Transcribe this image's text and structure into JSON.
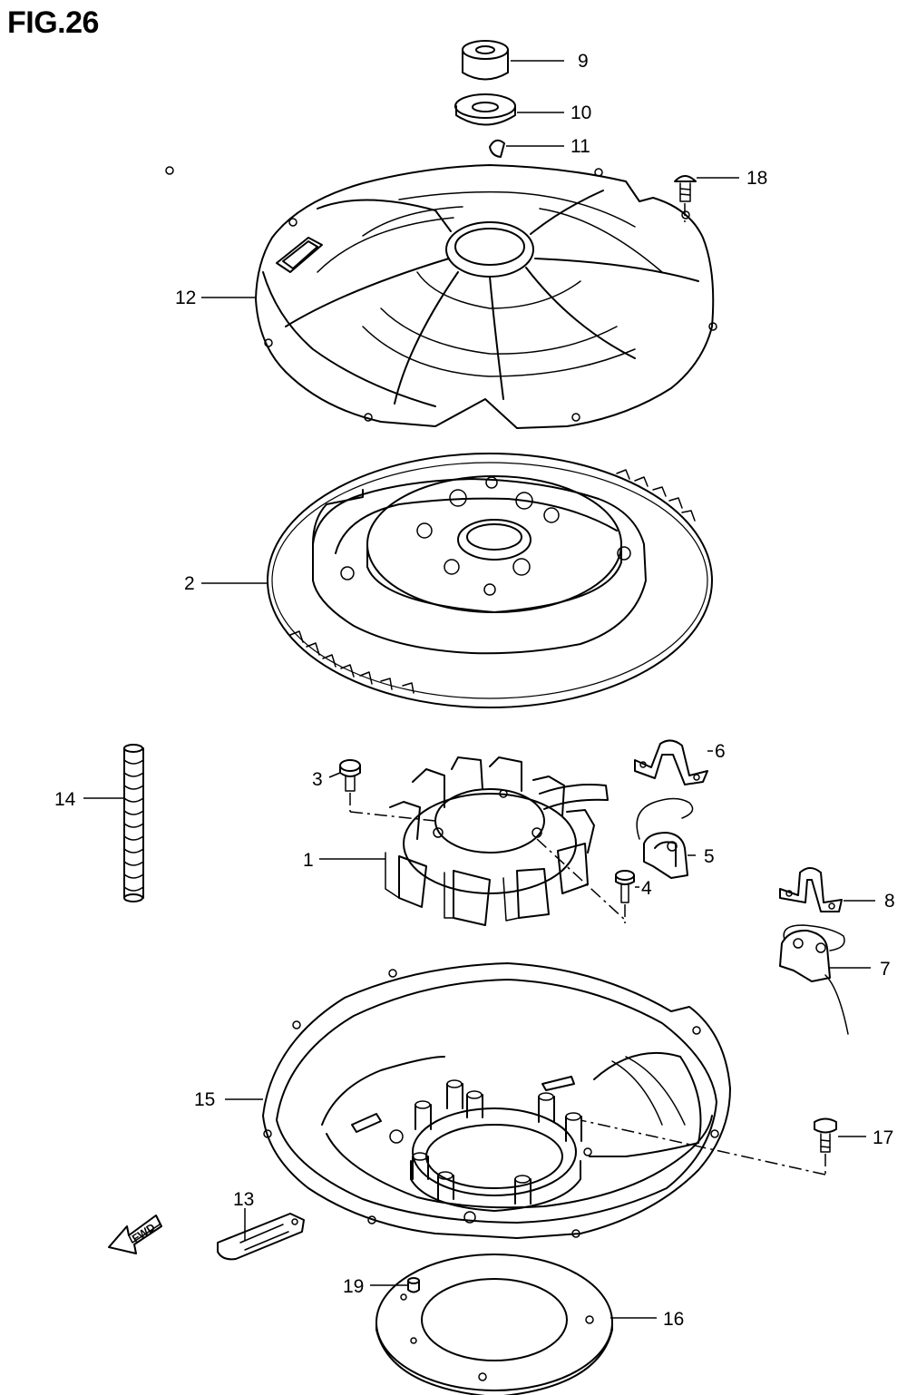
{
  "figure": {
    "title": "FIG.26"
  },
  "callouts": [
    "1",
    "2",
    "3",
    "4",
    "5",
    "6",
    "7",
    "8",
    "9",
    "10",
    "11",
    "12",
    "13",
    "14",
    "15",
    "16",
    "17",
    "18",
    "19"
  ],
  "direction_arrow": {
    "label": "FWD"
  }
}
